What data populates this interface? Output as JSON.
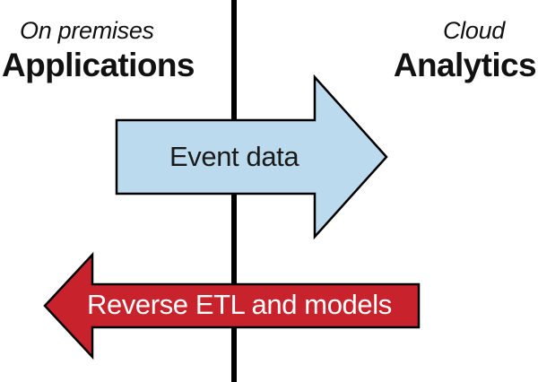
{
  "left": {
    "subtitle": "On premises",
    "title": "Applications"
  },
  "right": {
    "subtitle": "Cloud",
    "title": "Analytics"
  },
  "arrows": {
    "forward": {
      "label": "Event data",
      "direction": "right",
      "fill": "#bcdaed",
      "stroke": "#000000"
    },
    "backward": {
      "label": "Reverse ETL and models",
      "direction": "left",
      "fill": "#c8232c",
      "stroke": "#000000"
    }
  },
  "divider": {
    "color": "#000000"
  }
}
